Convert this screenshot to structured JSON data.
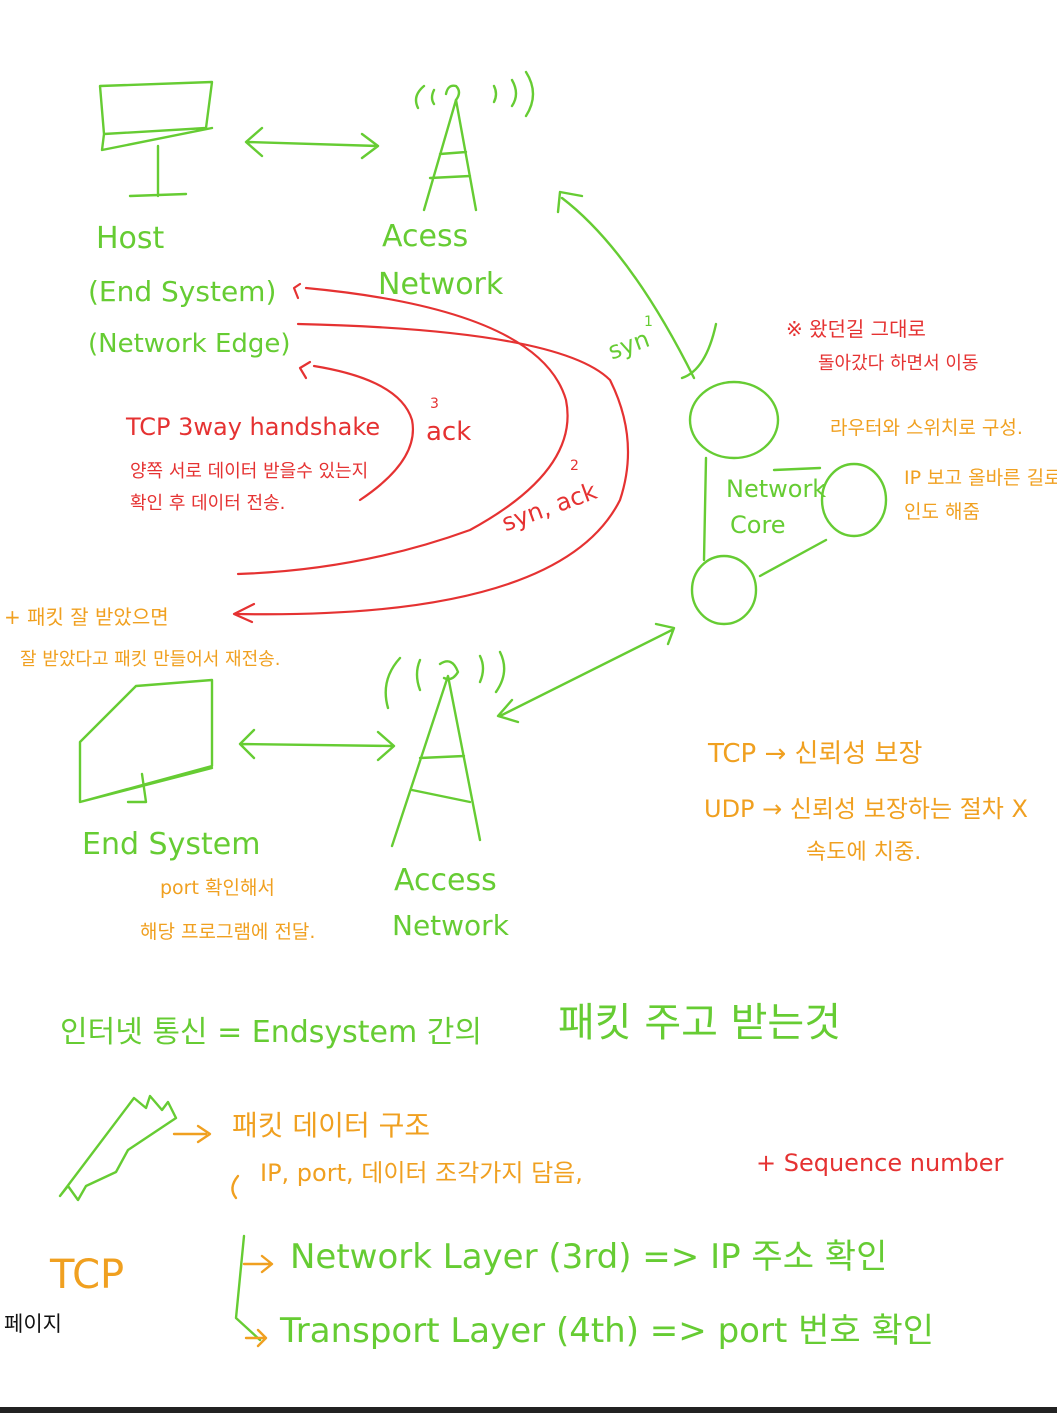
{
  "colors": {
    "green": "#66cc33",
    "red": "#e53232",
    "orange": "#f0a020"
  },
  "labels": {
    "host": "Host",
    "host_end_system": "(End System)",
    "host_network_edge": "(Network Edge)",
    "access_top": "Acess",
    "access_top_2": "Network",
    "access_bottom": "Access",
    "access_bottom_2": "Network",
    "end_system": "End System",
    "network_core_1": "Network",
    "network_core_2": "Core"
  },
  "handshake": {
    "title": "TCP 3way handshake",
    "desc_1": "양쪽 서로 데이터 받을수 있는지",
    "desc_2": "확인 후 데이터 전송.",
    "ack": "ack",
    "ack_num": "3",
    "syn": "syn",
    "syn_num": "1",
    "synack": "syn, ack",
    "synack_num": "2"
  },
  "notes": {
    "core_note_1": "※ 왔던길 그대로",
    "core_note_2": "돌아갔다 하면서 이동",
    "router_switch": "라우터와 스위치로 구성.",
    "ip_guide_1": "IP 보고 올바른 길로",
    "ip_guide_2": "인도 해줌",
    "packet_note_1": "+ 패킷 잘 받았으면",
    "packet_note_2": "잘 받았다고 패킷 만들어서 재전송.",
    "port_note_1": "port 확인해서",
    "port_note_2": "해당 프로그램에 전달.",
    "tcp_reliability": "TCP → 신뢰성 보장",
    "udp_1": "UDP → 신뢰성 보장하는 절차 X",
    "udp_2": "속도에 치중."
  },
  "bottom": {
    "internet": "인터넷 통신 = Endsystem 간의",
    "packet_exchange": "패킷 주고 받는것",
    "packet_struct": "패킷 데이터 구조",
    "packet_contents_prefix": "IP, port, 데이터 조각가지 담음,",
    "sequence": "+ Sequence number",
    "tcp": "TCP",
    "network_layer": "Network Layer (3rd) => IP 주소 확인",
    "transport_layer": "Transport Layer (4th) => port 번호 확인"
  },
  "page_label": "페이지"
}
